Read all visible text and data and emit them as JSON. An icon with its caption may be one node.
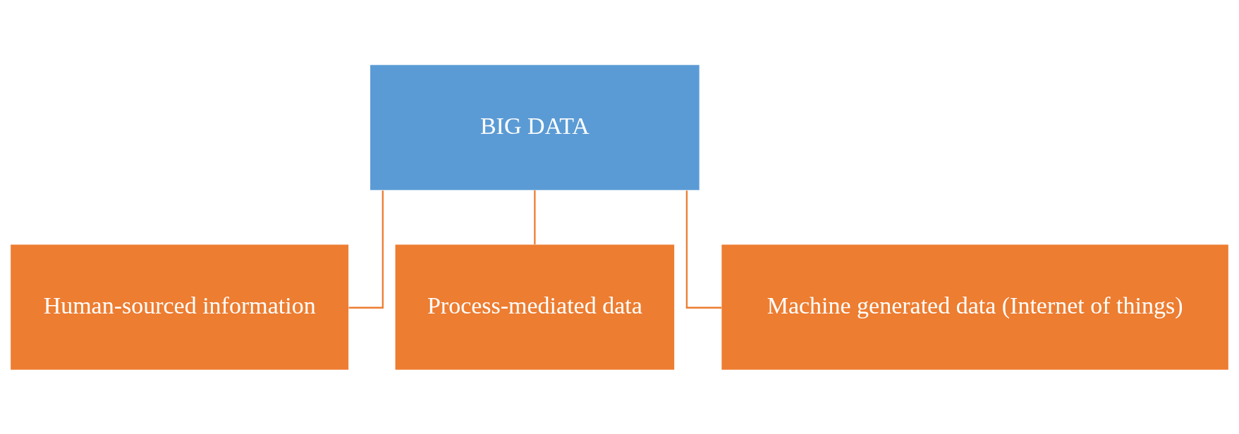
{
  "diagram": {
    "nodes": [
      {
        "text": [
          "BIG DATA"
        ]
      },
      {
        "text": [
          "Human-sourced information"
        ]
      },
      {
        "text": [
          "Process-mediated data"
        ]
      },
      {
        "text": [
          "Machine generated data (Internet of things)"
        ]
      }
    ],
    "edges": [
      {
        "from": 0,
        "to": 1,
        "arrow": "none"
      },
      {
        "from": 0,
        "to": 2,
        "arrow": "none"
      },
      {
        "from": 0,
        "to": 3,
        "arrow": "none"
      }
    ]
  }
}
